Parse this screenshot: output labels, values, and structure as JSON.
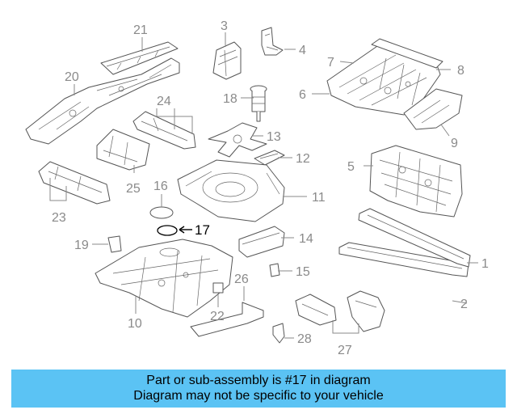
{
  "diagram": {
    "callouts": [
      "1",
      "2",
      "3",
      "4",
      "5",
      "6",
      "7",
      "8",
      "9",
      "10",
      "11",
      "12",
      "13",
      "14",
      "15",
      "16",
      "17",
      "18",
      "19",
      "20",
      "21",
      "22",
      "23",
      "24",
      "25",
      "26",
      "27",
      "28"
    ],
    "highlighted_callout": "17"
  },
  "banner": {
    "line1": "Part or sub-assembly is #17 in diagram",
    "line2": "Diagram may not be specific to your vehicle"
  }
}
